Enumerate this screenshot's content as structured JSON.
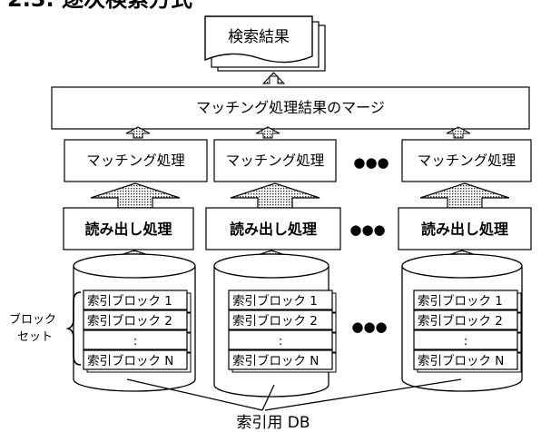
{
  "heading": "2.3. 逐次検索方式",
  "result_doc": "検索結果",
  "merge_box": "マッチング処理結果のマージ",
  "match_box": "マッチング処理",
  "read_box": "読み出し処理",
  "dots": "●●●",
  "block_set_label_line1": "ブロック",
  "block_set_label_line2": "セット",
  "db_label": "索引用 DB",
  "blocks": [
    {
      "label": "索引ブロック 1"
    },
    {
      "label": "索引ブロック 2"
    },
    {
      "label": ":"
    },
    {
      "label": "索引ブロック N"
    }
  ]
}
